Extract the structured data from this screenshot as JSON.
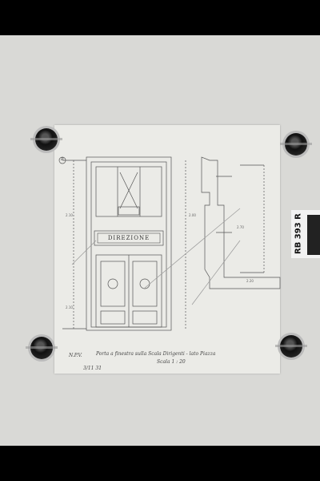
{
  "drawing": {
    "door_sign": "DIREZIONE",
    "caption": "Porta a finestra sulla Scala Dirigenti - lato Piazza",
    "scale_note": "Scala 1 : 20",
    "initials": "N.P.V.",
    "date": "3/11 31",
    "circle_mark": "B"
  },
  "archive_tag": {
    "code": "RB 393 R"
  }
}
